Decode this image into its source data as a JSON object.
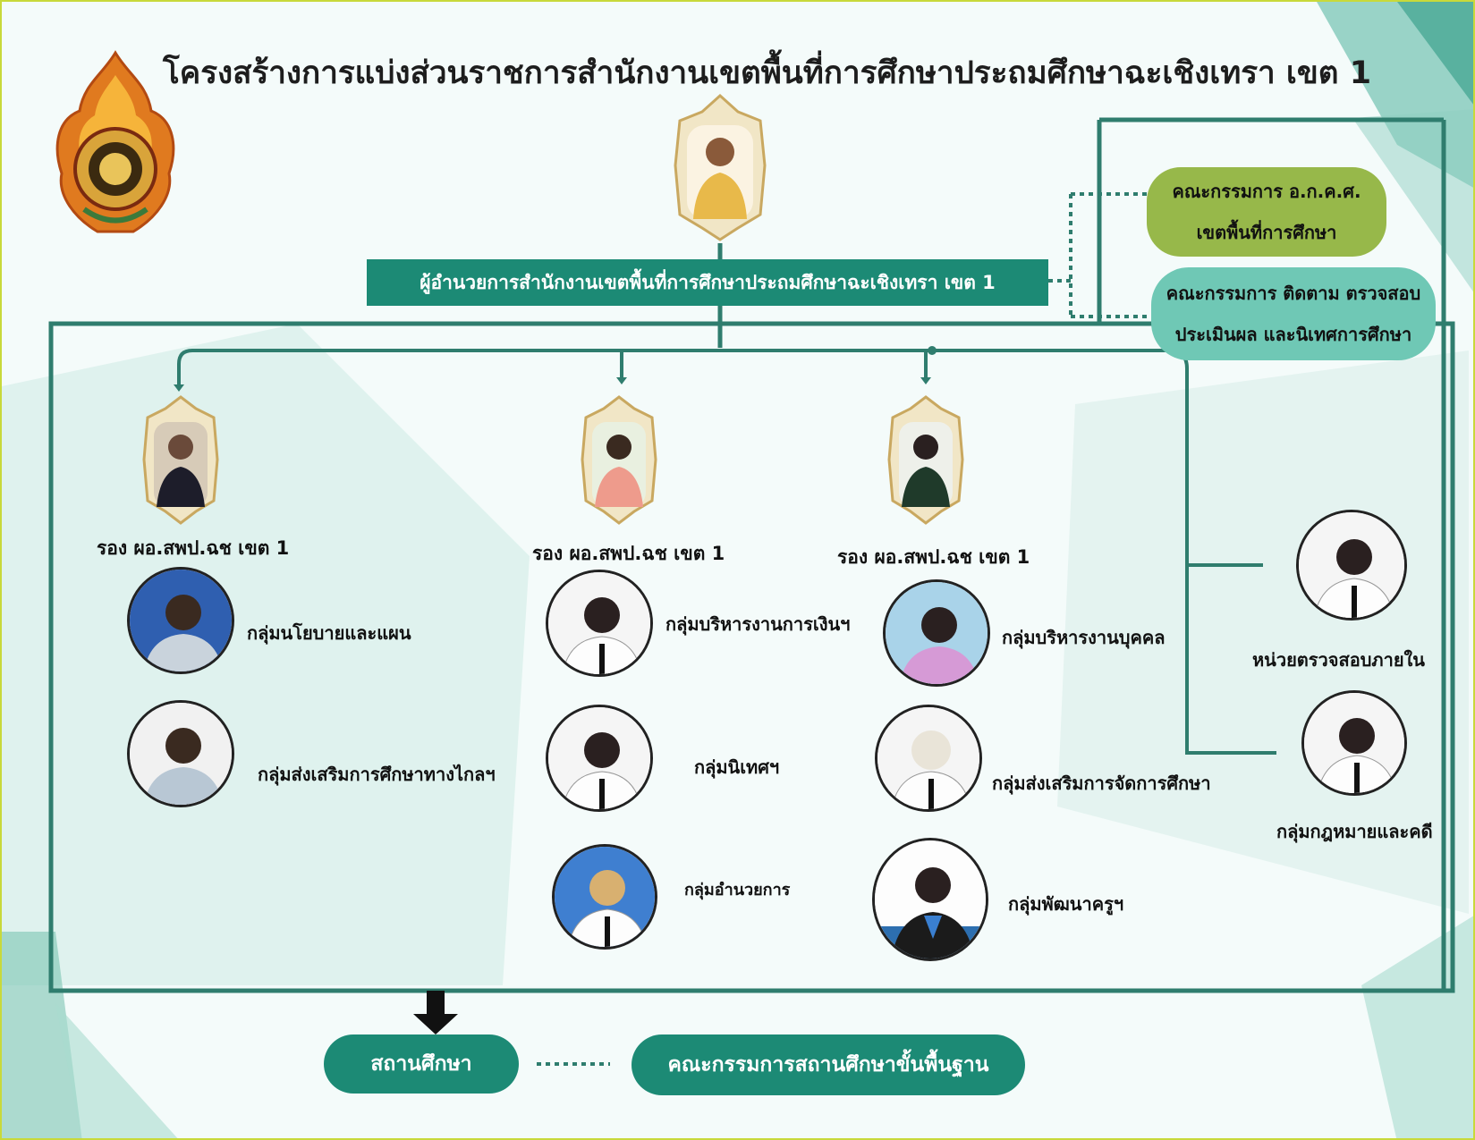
{
  "title": "โครงสร้างการแบ่งส่วนราชการสำนักงานเขตพื้นที่การศึกษาประถมศึกษาฉะเชิงเทรา เขต 1",
  "director_label": "ผู้อำนวยการสำนักงานเขตพื้นที่การศึกษาประถมศึกษาฉะเชิงเทรา เขต 1",
  "committees": {
    "okks_line1": "คณะกรรมการ อ.ก.ค.ศ.",
    "okks_line2": "เขตพื้นที่การศึกษา",
    "monitor_line1": "คณะกรรมการ ติดตาม ตรวจสอบ",
    "monitor_line2": "ประเมินผล และนิเทศการศึกษา"
  },
  "deputies": [
    {
      "label": "รอง ผอ.สพป.ฉช เขต 1"
    },
    {
      "label": "รอง ผอ.สพป.ฉช เขต 1"
    },
    {
      "label": "รอง ผอ.สพป.ฉช เขต 1"
    }
  ],
  "groups": {
    "col1": [
      "กลุ่มนโยบายและแผน",
      "กลุ่มส่งเสริมการศึกษาทางไกลฯ"
    ],
    "col2": [
      "กลุ่มบริหารงานการเงินฯ",
      "กลุ่มนิเทศฯ",
      "กลุ่มอำนวยการ"
    ],
    "col3": [
      "กลุ่มบริหารงานบุคคล",
      "กลุ่มส่งเสริมการจัดการศึกษา",
      "กลุ่มพัฒนาครูฯ"
    ],
    "right": [
      "หน่วยตรวจสอบภายใน",
      "กลุ่มกฎหมายและคดี"
    ]
  },
  "bottom": {
    "school": "สถานศึกษา",
    "basic_committee": "คณะกรรมการสถานศึกษาขั้นพื้นฐาน"
  },
  "colors": {
    "teal": "#1c8a75",
    "line": "#2f7d6e",
    "green_pill": "#97b84a",
    "mint_pill": "#6fc8b5",
    "background": "#f4fbfa"
  }
}
